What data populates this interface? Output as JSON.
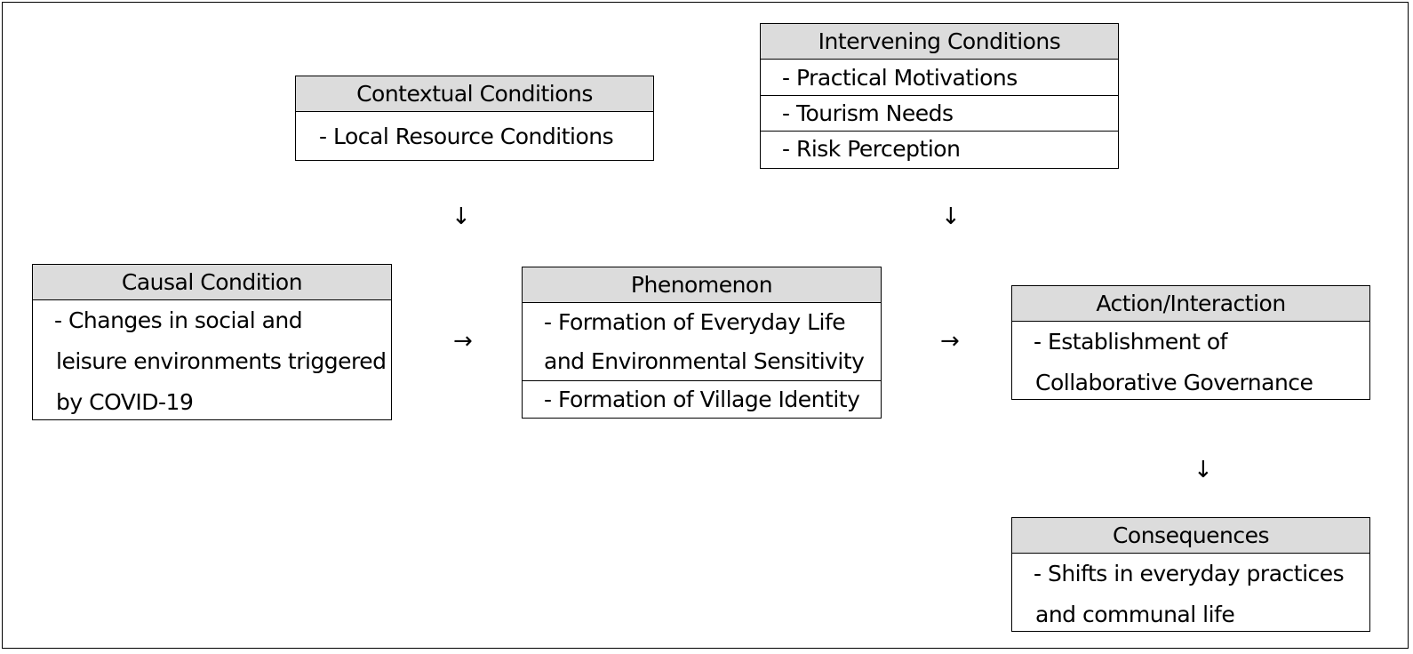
{
  "contextual": {
    "title": "Contextual Conditions",
    "items": [
      "- Local Resource Conditions"
    ]
  },
  "intervening": {
    "title": "Intervening Conditions",
    "items": [
      "- Practical Motivations",
      "- Tourism Needs",
      "- Risk Perception"
    ]
  },
  "causal": {
    "title": "Causal Condition",
    "lines": [
      "- Changes in social and",
      "leisure environments triggered",
      "by COVID-19"
    ]
  },
  "phenomenon": {
    "title": "Phenomenon",
    "item1_lines": [
      "- Formation of Everyday Life",
      "and Environmental Sensitivity"
    ],
    "item2": "- Formation of Village Identity"
  },
  "action": {
    "title": "Action/Interaction",
    "lines": [
      "- Establishment of",
      "Collaborative Governance"
    ]
  },
  "consequences": {
    "title": "Consequences",
    "lines": [
      "- Shifts in everyday practices",
      "and communal life"
    ]
  },
  "arrows": {
    "down": "↓",
    "right": "→"
  }
}
